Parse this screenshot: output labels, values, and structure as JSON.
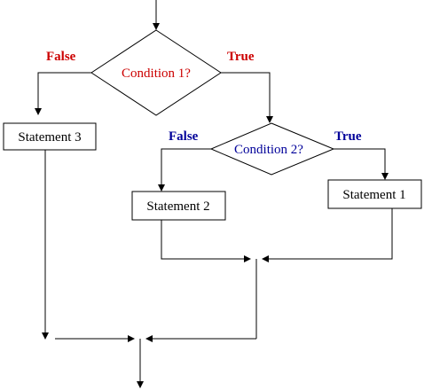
{
  "conditions": {
    "first": {
      "label": "Condition 1?",
      "color": "#cc0000",
      "false_label": "False",
      "true_label": "True"
    },
    "second": {
      "label": "Condition 2?",
      "color": "#000099",
      "false_label": "False",
      "true_label": "True"
    }
  },
  "statements": {
    "s1": "Statement 1",
    "s2": "Statement 2",
    "s3": "Statement 3"
  }
}
